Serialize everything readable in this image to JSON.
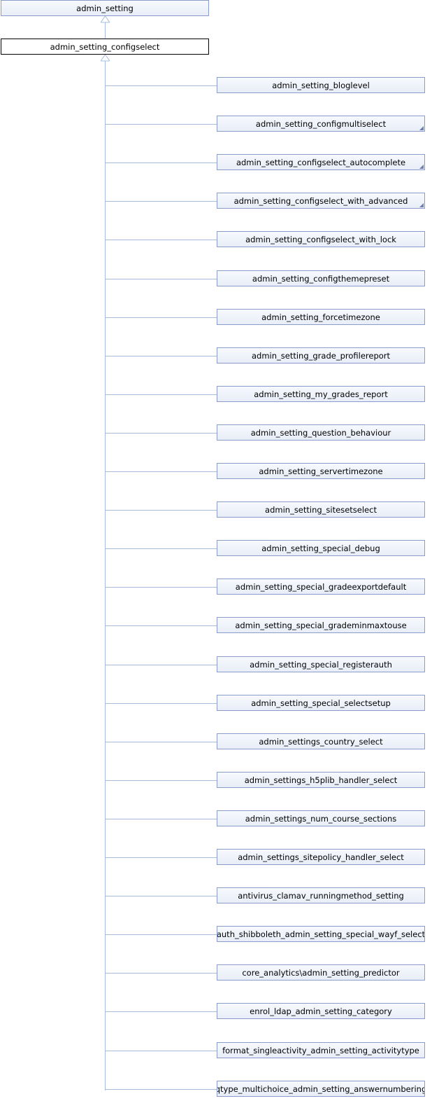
{
  "diagram": {
    "base_class": "admin_setting",
    "current_class": "admin_setting_configselect",
    "children": [
      {
        "label": "admin_setting_bloglevel",
        "has_children": false
      },
      {
        "label": "admin_setting_configmultiselect",
        "has_children": true
      },
      {
        "label": "admin_setting_configselect_autocomplete",
        "has_children": true
      },
      {
        "label": "admin_setting_configselect_with_advanced",
        "has_children": true
      },
      {
        "label": "admin_setting_configselect_with_lock",
        "has_children": false
      },
      {
        "label": "admin_setting_configthemepreset",
        "has_children": false
      },
      {
        "label": "admin_setting_forcetimezone",
        "has_children": false
      },
      {
        "label": "admin_setting_grade_profilereport",
        "has_children": false
      },
      {
        "label": "admin_setting_my_grades_report",
        "has_children": false
      },
      {
        "label": "admin_setting_question_behaviour",
        "has_children": false
      },
      {
        "label": "admin_setting_servertimezone",
        "has_children": false
      },
      {
        "label": "admin_setting_sitesetselect",
        "has_children": false
      },
      {
        "label": "admin_setting_special_debug",
        "has_children": false
      },
      {
        "label": "admin_setting_special_gradeexportdefault",
        "has_children": false
      },
      {
        "label": "admin_setting_special_grademinmaxtouse",
        "has_children": false
      },
      {
        "label": "admin_setting_special_registerauth",
        "has_children": false
      },
      {
        "label": "admin_setting_special_selectsetup",
        "has_children": false
      },
      {
        "label": "admin_settings_country_select",
        "has_children": false
      },
      {
        "label": "admin_settings_h5plib_handler_select",
        "has_children": false
      },
      {
        "label": "admin_settings_num_course_sections",
        "has_children": false
      },
      {
        "label": "admin_settings_sitepolicy_handler_select",
        "has_children": false
      },
      {
        "label": "antivirus_clamav_runningmethod_setting",
        "has_children": false
      },
      {
        "label": "auth_shibboleth_admin_setting_special_wayf_select",
        "has_children": false
      },
      {
        "label": "core_analytics\\admin_setting_predictor",
        "has_children": false
      },
      {
        "label": "enrol_ldap_admin_setting_category",
        "has_children": false
      },
      {
        "label": "format_singleactivity_admin_setting_activitytype",
        "has_children": false
      },
      {
        "label": "qtype_multichoice_admin_setting_answernumbering",
        "has_children": false
      }
    ],
    "colors": {
      "node_border": "#8a9ccc",
      "node_fill_top": "#f7f9fd",
      "node_fill_bottom": "#e8edf7",
      "connector": "#a7bcdc",
      "current_border": "#000000"
    }
  }
}
